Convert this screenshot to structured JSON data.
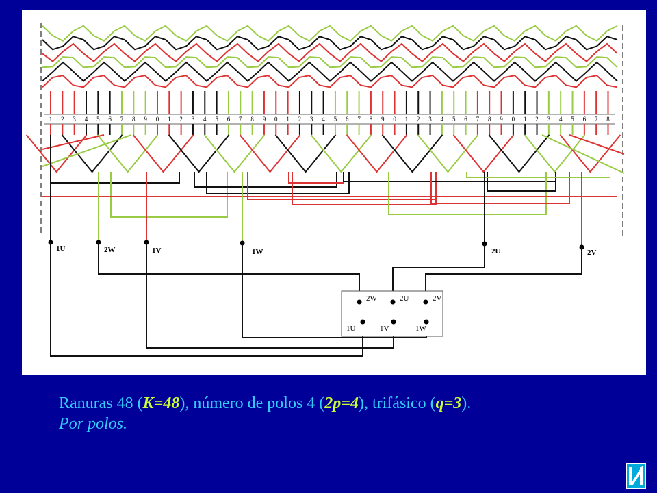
{
  "diagram": {
    "slot_numbers": [
      "1",
      "2",
      "3",
      "4",
      "5",
      "6",
      "7",
      "8",
      "9",
      "0",
      "1",
      "2",
      "3",
      "4",
      "5",
      "6",
      "7",
      "8",
      "9",
      "0",
      "1",
      "2",
      "3",
      "4",
      "5",
      "6",
      "7",
      "8",
      "9",
      "0",
      "1",
      "2",
      "3",
      "4",
      "5",
      "6",
      "7",
      "8",
      "9",
      "0",
      "1",
      "2",
      "3",
      "4",
      "5",
      "6",
      "7",
      "8"
    ],
    "terminal_labels": [
      "1U",
      "2W",
      "1V",
      "1W",
      "2U",
      "2V"
    ],
    "box_top_labels": [
      "2W",
      "2U",
      "2V"
    ],
    "box_bottom_labels": [
      "1U",
      "1V",
      "1W"
    ],
    "colors": {
      "phase_u": "#111111",
      "phase_v": "#dd3333",
      "phase_w": "#99cc44"
    }
  },
  "caption": {
    "l1_a": "Ranuras 48 (",
    "l1_b": "K=48",
    "l1_c": "),  número de polos 4 (",
    "l1_d": "2p=4",
    "l1_e": "), trifásico (",
    "l1_f": "q=3",
    "l1_g": ").",
    "line2": "Por polos."
  },
  "navigation": {
    "button_icon": "end-slide-icon"
  }
}
